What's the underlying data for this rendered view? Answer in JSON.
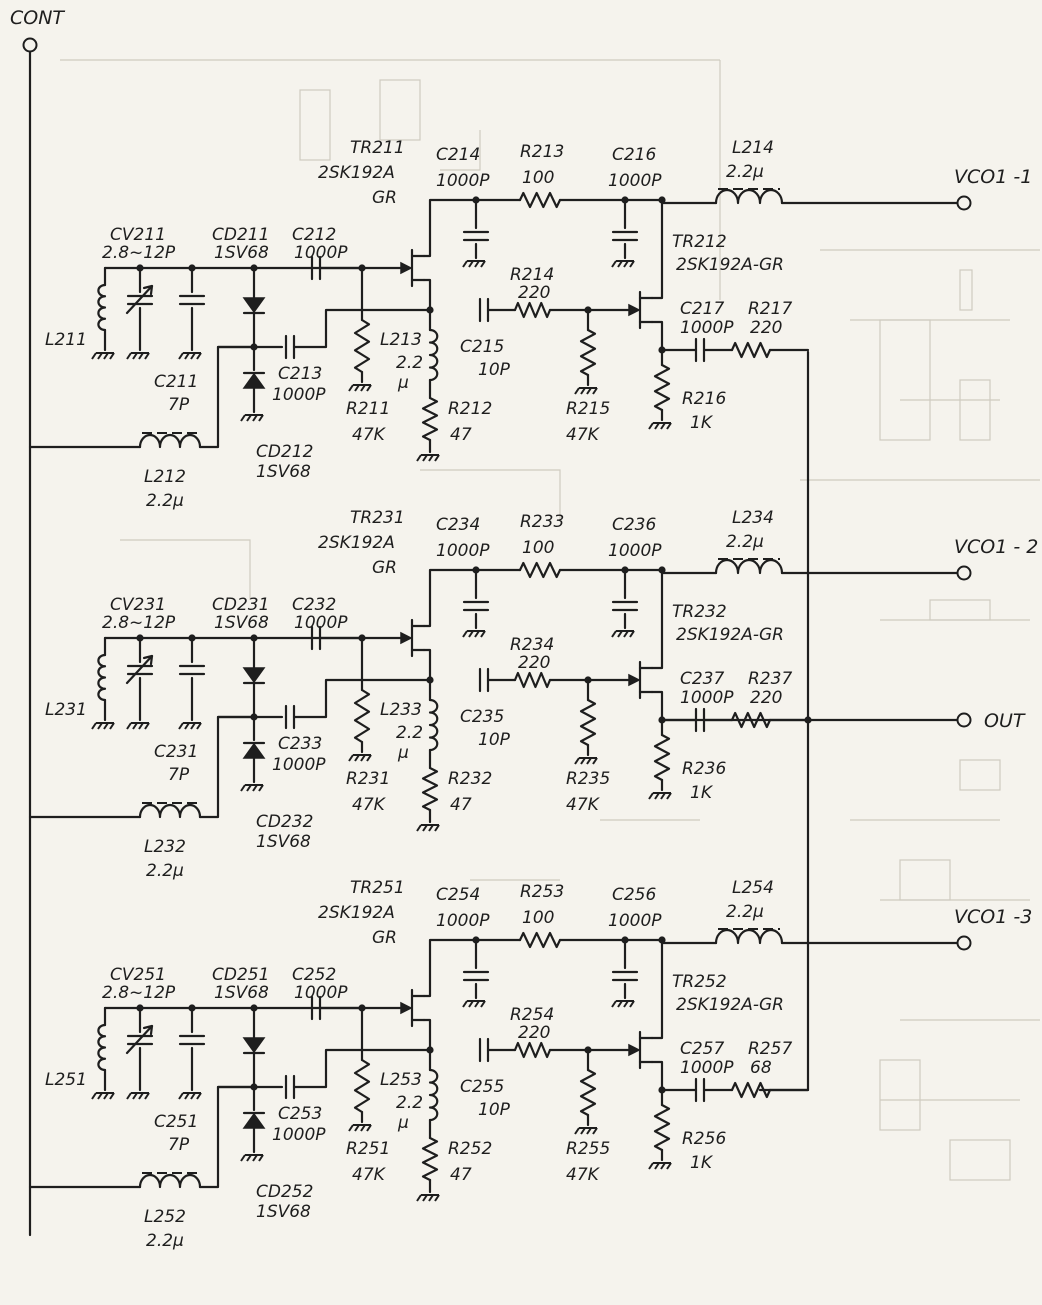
{
  "terminals": {
    "cont": "CONT",
    "vco1": "VCO1 -1",
    "vco2": "VCO1 - 2",
    "out": "OUT",
    "vco3": "VCO1 -3"
  },
  "stage1": {
    "tr_a": [
      "TR211",
      "2SK192A",
      "GR"
    ],
    "tr_b": [
      "TR212",
      "2SK192A-GR"
    ],
    "cv": [
      "CV211",
      "2.8~12P"
    ],
    "cd_a": [
      "CD211",
      "1SV68"
    ],
    "cd_b": [
      "CD212",
      "1SV68"
    ],
    "c_in": [
      "C212",
      "1000P"
    ],
    "c_tune": [
      "C211",
      "7P"
    ],
    "c_var": [
      "C213",
      "1000P"
    ],
    "c_dec1": [
      "C214",
      "1000P"
    ],
    "c_dec2": [
      "C216",
      "1000P"
    ],
    "c_cpl": [
      "C215",
      "10P"
    ],
    "c_out": [
      "C217",
      "1000P"
    ],
    "r_drn": [
      "R213",
      "100"
    ],
    "r_cpl": [
      "R214",
      "220"
    ],
    "r_out": [
      "R217",
      "220"
    ],
    "r_gate_a": [
      "R211",
      "47K"
    ],
    "r_src_a": [
      "R212",
      "47"
    ],
    "r_gate_b": [
      "R215",
      "47K"
    ],
    "r_src_b": [
      "R216",
      "1K"
    ],
    "l_tank": "L211",
    "l_choke": [
      "L212",
      "2.2μ"
    ],
    "l_src": [
      "L213",
      "2.2",
      "μ"
    ],
    "l_out": [
      "L214",
      "2.2μ"
    ]
  },
  "stage2": {
    "tr_a": [
      "TR231",
      "2SK192A",
      "GR"
    ],
    "tr_b": [
      "TR232",
      "2SK192A-GR"
    ],
    "cv": [
      "CV231",
      "2.8~12P"
    ],
    "cd_a": [
      "CD231",
      "1SV68"
    ],
    "cd_b": [
      "CD232",
      "1SV68"
    ],
    "c_in": [
      "C232",
      "1000P"
    ],
    "c_tune": [
      "C231",
      "7P"
    ],
    "c_var": [
      "C233",
      "1000P"
    ],
    "c_dec1": [
      "C234",
      "1000P"
    ],
    "c_dec2": [
      "C236",
      "1000P"
    ],
    "c_cpl": [
      "C235",
      "10P"
    ],
    "c_out": [
      "C237",
      "1000P"
    ],
    "r_drn": [
      "R233",
      "100"
    ],
    "r_cpl": [
      "R234",
      "220"
    ],
    "r_out": [
      "R237",
      "220"
    ],
    "r_gate_a": [
      "R231",
      "47K"
    ],
    "r_src_a": [
      "R232",
      "47"
    ],
    "r_gate_b": [
      "R235",
      "47K"
    ],
    "r_src_b": [
      "R236",
      "1K"
    ],
    "l_tank": "L231",
    "l_choke": [
      "L232",
      "2.2μ"
    ],
    "l_src": [
      "L233",
      "2.2",
      "μ"
    ],
    "l_out": [
      "L234",
      "2.2μ"
    ]
  },
  "stage3": {
    "tr_a": [
      "TR251",
      "2SK192A",
      "GR"
    ],
    "tr_b": [
      "TR252",
      "2SK192A-GR"
    ],
    "cv": [
      "CV251",
      "2.8~12P"
    ],
    "cd_a": [
      "CD251",
      "1SV68"
    ],
    "cd_b": [
      "CD252",
      "1SV68"
    ],
    "c_in": [
      "C252",
      "1000P"
    ],
    "c_tune": [
      "C251",
      "7P"
    ],
    "c_var": [
      "C253",
      "1000P"
    ],
    "c_dec1": [
      "C254",
      "1000P"
    ],
    "c_dec2": [
      "C256",
      "1000P"
    ],
    "c_cpl": [
      "C255",
      "10P"
    ],
    "c_out": [
      "C257",
      "1000P"
    ],
    "r_drn": [
      "R253",
      "100"
    ],
    "r_cpl": [
      "R254",
      "220"
    ],
    "r_out": [
      "R257",
      "68"
    ],
    "r_gate_a": [
      "R251",
      "47K"
    ],
    "r_src_a": [
      "R252",
      "47"
    ],
    "r_gate_b": [
      "R255",
      "47K"
    ],
    "r_src_b": [
      "R256",
      "1K"
    ],
    "l_tank": "L251",
    "l_choke": [
      "L252",
      "2.2μ"
    ],
    "l_src": [
      "L253",
      "2.2",
      "μ"
    ],
    "l_out": [
      "L254",
      "2.2μ"
    ]
  }
}
